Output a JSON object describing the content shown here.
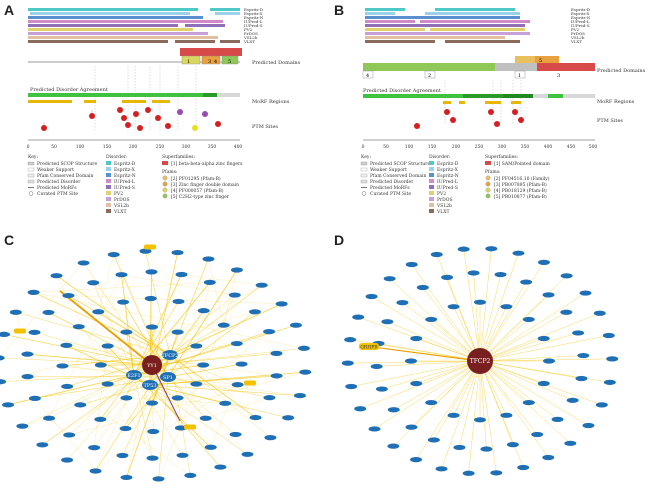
{
  "panels": {
    "A": {
      "letter": "A",
      "track_names": [
        "Espritz-D",
        "Espritz-X",
        "Espritz-N",
        "IUPred-L",
        "IUPred-S",
        "PV2",
        "PrDOS",
        "VSL2b",
        "VLXT"
      ],
      "domain_label": "Predicted Domains",
      "domain_numbers": [
        "1",
        "3",
        "4",
        "5"
      ],
      "agreement_label": "Predicted Disorder Agreement",
      "morf_label": "MoRF Regions",
      "ptm_label": "PTM Sites",
      "axis_ticks": [
        "0",
        "50",
        "100",
        "150",
        "200",
        "250",
        "300",
        "350",
        "400"
      ],
      "key": {
        "title": "Key:",
        "items": [
          "Predicted SCOP Structure",
          "Weaker Support",
          "Pfam Conserved Domain",
          "Predicted Disorder",
          "Predicted MoRFs",
          "Curated PTM Site"
        ]
      },
      "disorder": {
        "title": "Disorder:",
        "items": [
          {
            "label": "Espritz-D",
            "color": "#4fc8c8"
          },
          {
            "label": "Espritz-X",
            "color": "#9ad0e8"
          },
          {
            "label": "Espritz-N",
            "color": "#5a8fd0"
          },
          {
            "label": "IUPred-L",
            "color": "#d08ac8"
          },
          {
            "label": "IUPred-S",
            "color": "#9070b8"
          },
          {
            "label": "PV2",
            "color": "#e0d070"
          },
          {
            "label": "PrDOS",
            "color": "#c8a0d8"
          },
          {
            "label": "VSL2b",
            "color": "#e0c0a0"
          },
          {
            "label": "VLXT",
            "color": "#8a6a5a"
          }
        ]
      },
      "superfamilies": {
        "title": "Superfamilies:",
        "items": [
          {
            "label": "[1] beta-beta-alpha zinc fingers",
            "color": "#d84a4a"
          }
        ]
      },
      "pfams": {
        "title": "Pfams:",
        "items": [
          {
            "label": "[2] PF01295 (Pfam-B)",
            "color": "#e8c060"
          },
          {
            "label": "[3] Zinc finger double domain",
            "color": "#e8a040"
          },
          {
            "label": "[4] PF000057 (Pfam-B)",
            "color": "#d8d860"
          },
          {
            "label": "[5] C2H2-type zinc finger",
            "color": "#90c858"
          }
        ]
      }
    },
    "B": {
      "letter": "B",
      "track_names": [
        "Espritz-D",
        "Espritz-X",
        "Espritz-N",
        "IUPred-L",
        "IUPred-S",
        "PV2",
        "PrDOS",
        "VSL2b",
        "VLXT"
      ],
      "domain_label": "Predicted Domains",
      "domain_numbers": [
        "4",
        "2",
        "1",
        "5",
        "3"
      ],
      "agreement_label": "Predicted Disorder Agreement",
      "morf_label": "MoRF Regions",
      "ptm_label": "PTM Sites",
      "axis_ticks": [
        "0",
        "50",
        "100",
        "150",
        "200",
        "250",
        "300",
        "350",
        "400",
        "450",
        "500"
      ],
      "key": {
        "title": "Key:",
        "items": [
          "Predicted SCOP Structure",
          "Weaker Support",
          "Pfam Conserved Domain",
          "Predicted Disorder",
          "Predicted MoRFs",
          "Curated PTM Site"
        ]
      },
      "disorder": {
        "title": "Disorder:",
        "items": [
          {
            "label": "Espritz-D",
            "color": "#4fc8c8"
          },
          {
            "label": "Espritz-X",
            "color": "#9ad0e8"
          },
          {
            "label": "Espritz-N",
            "color": "#5a8fd0"
          },
          {
            "label": "IUPred-L",
            "color": "#d08ac8"
          },
          {
            "label": "IUPred-S",
            "color": "#9070b8"
          },
          {
            "label": "PV2",
            "color": "#e0d070"
          },
          {
            "label": "PrDOS",
            "color": "#c8a0d8"
          },
          {
            "label": "VSL2b",
            "color": "#e0c0a0"
          },
          {
            "label": "VLXT",
            "color": "#8a6a5a"
          }
        ]
      },
      "superfamilies": {
        "title": "Superfamilies:",
        "items": [
          {
            "label": "[1] SAM/Pointed domain",
            "color": "#d84a4a"
          }
        ]
      },
      "pfams": {
        "title": "Pfams:",
        "items": [
          {
            "label": "[2] PF04516.10 (Family)",
            "color": "#e8c060"
          },
          {
            "label": "[3] PB007895 (Pfam-B)",
            "color": "#e8a040"
          },
          {
            "label": "[4] PB018129 (Pfam-B)",
            "color": "#d8d860"
          },
          {
            "label": "[5] PB010877 (Pfam-B)",
            "color": "#90c858"
          }
        ]
      }
    },
    "C": {
      "letter": "C",
      "hub_nodes": [
        "YY1",
        "TFCP2",
        "E2F1",
        "SP1",
        "TP53"
      ]
    },
    "D": {
      "letter": "D",
      "hub_node": "TFCP2",
      "side_node": "GRHPR"
    }
  },
  "colors": {
    "network_edge": "#f2c200",
    "network_node": "#1f6fb5",
    "hub_node": "#7a1f1f",
    "ptm_site": "#d42020",
    "agreement_green": "#3fc23f",
    "morf_yellow": "#e8b800"
  }
}
